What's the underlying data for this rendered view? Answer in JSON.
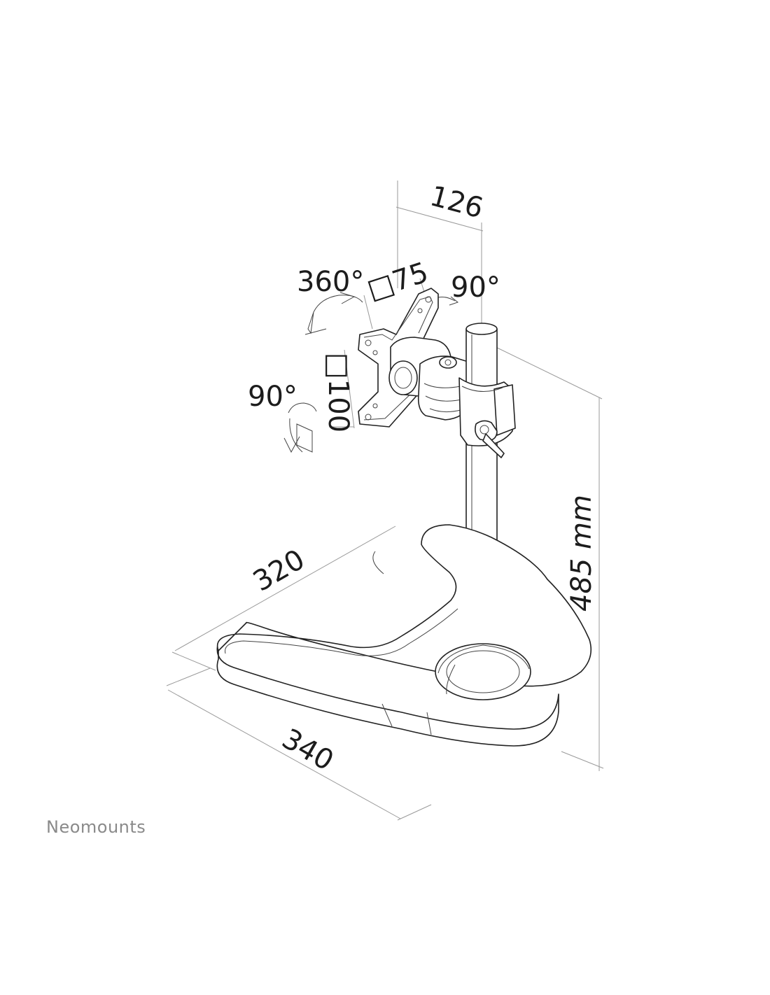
{
  "diagram": {
    "dimensions": {
      "width_top": "126",
      "vesa_small": "□75",
      "vesa_large": "□100",
      "height": "485 mm",
      "base_depth": "320",
      "base_width": "340"
    },
    "rotations": {
      "rotate": "360°",
      "tilt": "90°",
      "swivel": "90°"
    }
  },
  "brand": {
    "name": "Neomounts"
  },
  "colors": {
    "line": "#222222",
    "dimension_line": "#9a9a9a",
    "brand_text": "#8a8a8a"
  }
}
